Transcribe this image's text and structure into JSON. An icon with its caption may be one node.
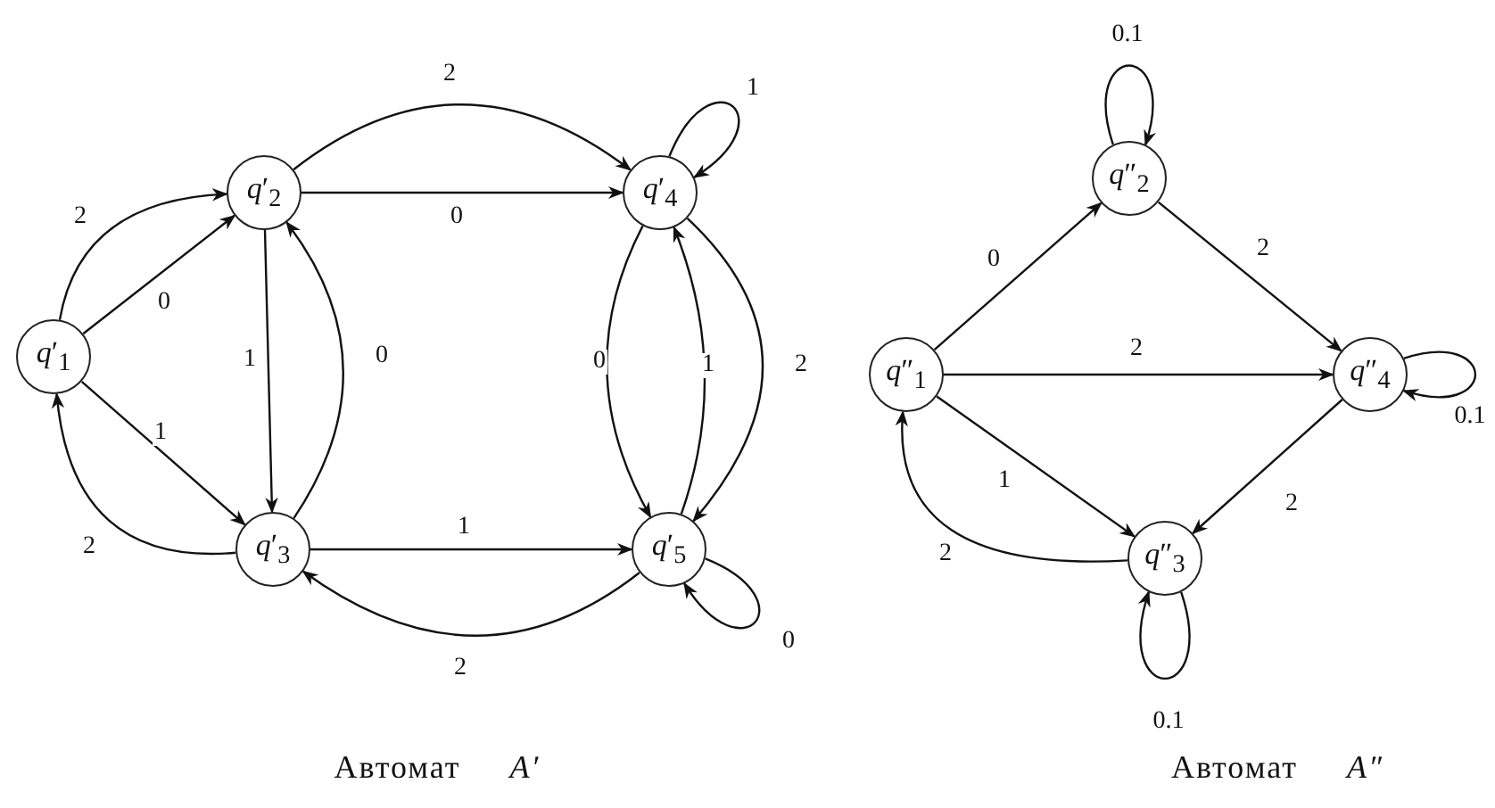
{
  "diagram": {
    "nodes": [
      {
        "text": [
          "*q*′$_{1}$"
        ]
      },
      {
        "text": [
          "*q*′$_{2}$"
        ]
      },
      {
        "text": [
          "*q*′$_{3}$"
        ]
      },
      {
        "text": [
          "*q*′$_{4}$"
        ]
      },
      {
        "text": [
          "*q*′$_{5}$"
        ]
      },
      {
        "text": [
          "*q*″$_{1}$"
        ]
      },
      {
        "text": [
          "*q*″$_{2}$"
        ]
      },
      {
        "text": [
          "*q*″$_{3}$"
        ]
      },
      {
        "text": [
          "*q*″$_{4}$"
        ]
      }
    ],
    "edges": [
      {
        "from": 0,
        "to": 1,
        "arrow": "to",
        "label": "2"
      },
      {
        "from": 0,
        "to": 1,
        "arrow": "to",
        "label": "0"
      },
      {
        "from": 0,
        "to": 2,
        "arrow": "to",
        "label": "1"
      },
      {
        "from": 2,
        "to": 0,
        "arrow": "to",
        "label": "2"
      },
      {
        "from": 1,
        "to": 2,
        "arrow": "to",
        "label": "1"
      },
      {
        "from": 2,
        "to": 1,
        "arrow": "to",
        "label": "0"
      },
      {
        "from": 1,
        "to": 3,
        "arrow": "to",
        "label": "2"
      },
      {
        "from": 1,
        "to": 3,
        "arrow": "to",
        "label": "0"
      },
      {
        "from": 3,
        "to": 3,
        "arrow": "to",
        "label": "1"
      },
      {
        "from": 3,
        "to": 4,
        "arrow": "to",
        "label": "0"
      },
      {
        "from": 4,
        "to": 3,
        "arrow": "to",
        "label": "1"
      },
      {
        "from": 3,
        "to": 4,
        "arrow": "to",
        "label": "2"
      },
      {
        "from": 2,
        "to": 4,
        "arrow": "to",
        "label": "1"
      },
      {
        "from": 4,
        "to": 2,
        "arrow": "to",
        "label": "2"
      },
      {
        "from": 4,
        "to": 4,
        "arrow": "to",
        "label": "0"
      },
      {
        "from": 5,
        "to": 6,
        "arrow": "to",
        "label": "0"
      },
      {
        "from": 6,
        "to": 6,
        "arrow": "to",
        "label": "0.1"
      },
      {
        "from": 6,
        "to": 8,
        "arrow": "to",
        "label": "2"
      },
      {
        "from": 5,
        "to": 8,
        "arrow": "to",
        "label": "2"
      },
      {
        "from": 8,
        "to": 8,
        "arrow": "to",
        "label": "0.1"
      },
      {
        "from": 5,
        "to": 7,
        "arrow": "to",
        "label": "1"
      },
      {
        "from": 7,
        "to": 5,
        "arrow": "to",
        "label": "2"
      },
      {
        "from": 8,
        "to": 7,
        "arrow": "to",
        "label": "2"
      },
      {
        "from": 7,
        "to": 7,
        "arrow": "to",
        "label": "0.1"
      }
    ],
    "labels": [
      "Автомат *A′*",
      "Автомат *A″*"
    ]
  }
}
